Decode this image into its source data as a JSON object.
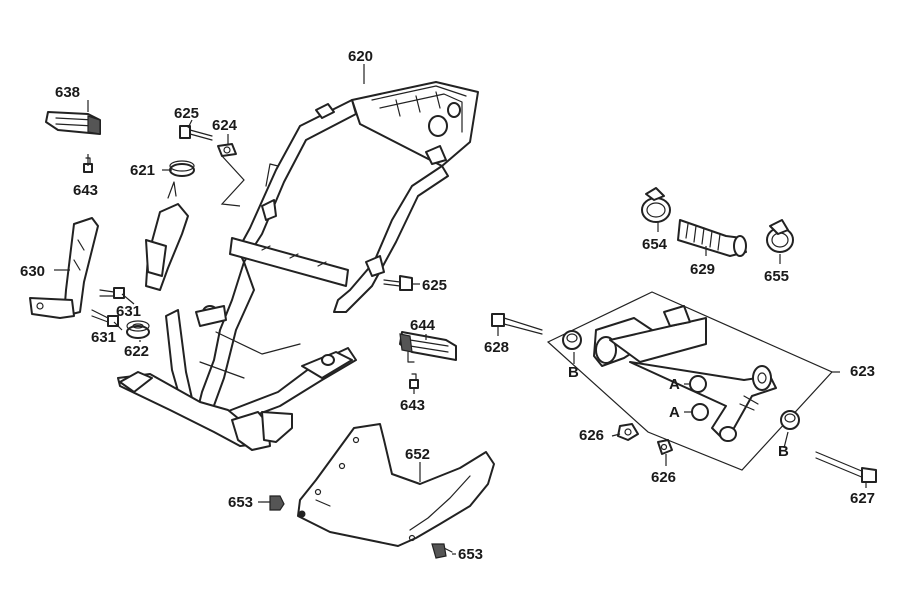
{
  "labels": {
    "p620": "620",
    "p638": "638",
    "p625a": "625",
    "p624": "624",
    "p621": "621",
    "p643a": "643",
    "p630": "630",
    "p631a": "631",
    "p631b": "631",
    "p622": "622",
    "p625b": "625",
    "p654": "654",
    "p629": "629",
    "p655": "655",
    "p644": "644",
    "p628": "628",
    "p643b": "643",
    "p623": "623",
    "p626a": "626",
    "p626b": "626",
    "p652": "652",
    "p653a": "653",
    "p653b": "653",
    "p627": "627",
    "letterB1": "B",
    "letterB2": "B",
    "letterA1": "A",
    "letterA2": "A"
  }
}
